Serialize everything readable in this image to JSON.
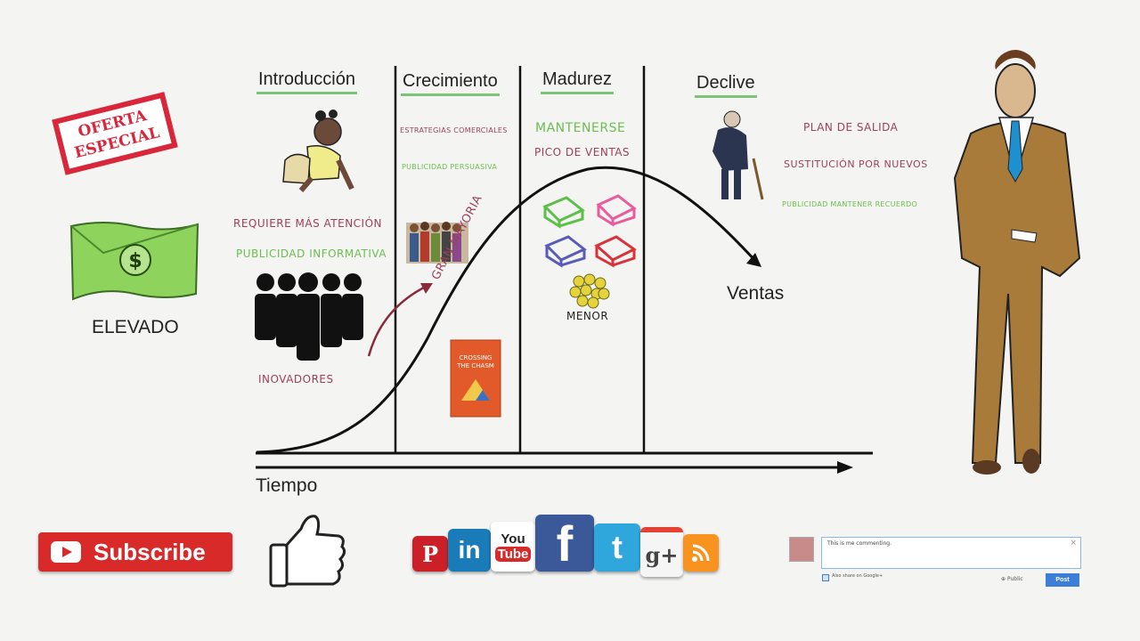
{
  "stages": {
    "intro": "Introducción",
    "growth": "Crecimiento",
    "maturity": "Madurez",
    "decline": "Declive"
  },
  "intro": {
    "note1": "REQUIERE MÁS ATENCIÓN",
    "note2": "PUBLICIDAD INFORMATIVA",
    "people_label": "INOVADORES"
  },
  "growth": {
    "note1": "ESTRATEGIAS COMERCIALES",
    "note2": "PUBLICIDAD PERSUASIVA",
    "curve_label": "GRAN MAYORIA",
    "book_title": "CROSSING THE CHASM"
  },
  "maturity": {
    "note1": "MANTENERSE",
    "note2": "PICO DE VENTAS",
    "coins_label": "MENOR"
  },
  "decline": {
    "note1": "PLAN DE SALIDA",
    "note2": "SUSTITUCIÓN POR NUEVOS",
    "note3": "PUBLICIDAD MANTENER RECUERDO"
  },
  "axes": {
    "y_label": "Ventas",
    "x_label": "Tiempo"
  },
  "left": {
    "stamp_line1": "OFERTA",
    "stamp_line2": "ESPECIAL",
    "price_label": "ELEVADO",
    "money_symbol": "$"
  },
  "bottom": {
    "subscribe": "Subscribe",
    "social": {
      "pinterest": "P",
      "linkedin": "in",
      "youtube_top": "You",
      "youtube_bottom": "Tube",
      "facebook": "f",
      "twitter": "t",
      "gplus": "g+"
    },
    "comment": {
      "text": "This is me commenting.",
      "share": "Also share on Google+",
      "visibility": "Public",
      "post": "Post",
      "close": "×"
    }
  },
  "colors": {
    "maroon": "#9c3f5b",
    "green": "#6cbd52",
    "curve": "#111111",
    "stamp_red": "#d9263a",
    "suit": "#a97b3a"
  }
}
